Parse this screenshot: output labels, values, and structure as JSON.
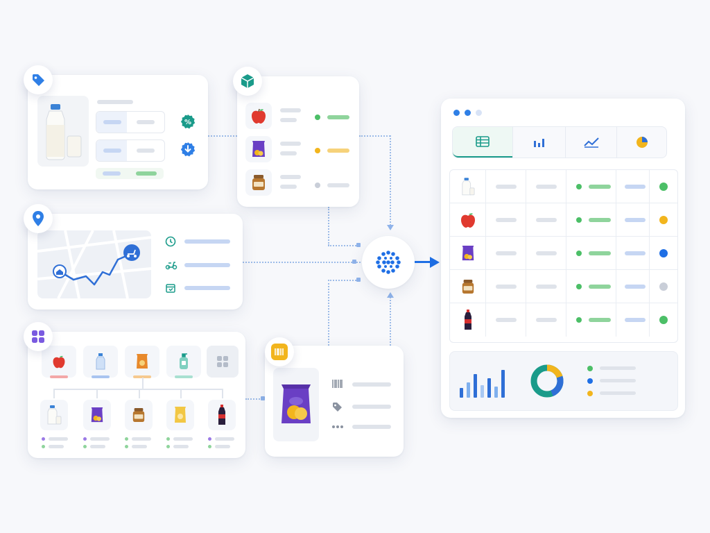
{
  "colors": {
    "primary": "#1f6fe5",
    "teal": "#1a9b8a",
    "green": "#4cbf67",
    "yellow": "#f2b51d",
    "purple": "#7a5ae0",
    "grey": "#c9ced8"
  },
  "icons": {
    "price_tag": "price-tag-icon",
    "discount": "percent-badge-icon",
    "download": "download-badge-icon",
    "package": "package-icon",
    "location": "location-pin-icon",
    "clock": "clock-icon",
    "scooter": "scooter-icon",
    "box": "box-icon",
    "grid": "grid-icon",
    "barcode": "barcode-icon",
    "hub": "hub-dots-icon"
  },
  "catalog_items": [
    "milk",
    "apple",
    "chips",
    "peanut-butter",
    "cola"
  ],
  "dashboard": {
    "tabs": [
      "table-tab",
      "bar-chart-tab",
      "line-chart-tab",
      "pie-chart-tab"
    ],
    "rows": [
      {
        "item": "milk",
        "status": "green"
      },
      {
        "item": "apple",
        "status": "yellow"
      },
      {
        "item": "chips",
        "status": "blue"
      },
      {
        "item": "peanut-butter",
        "status": "grey"
      },
      {
        "item": "cola",
        "status": "green"
      }
    ],
    "legend_colors": [
      "#4cbf67",
      "#1f6fe5",
      "#f2b51d"
    ]
  }
}
